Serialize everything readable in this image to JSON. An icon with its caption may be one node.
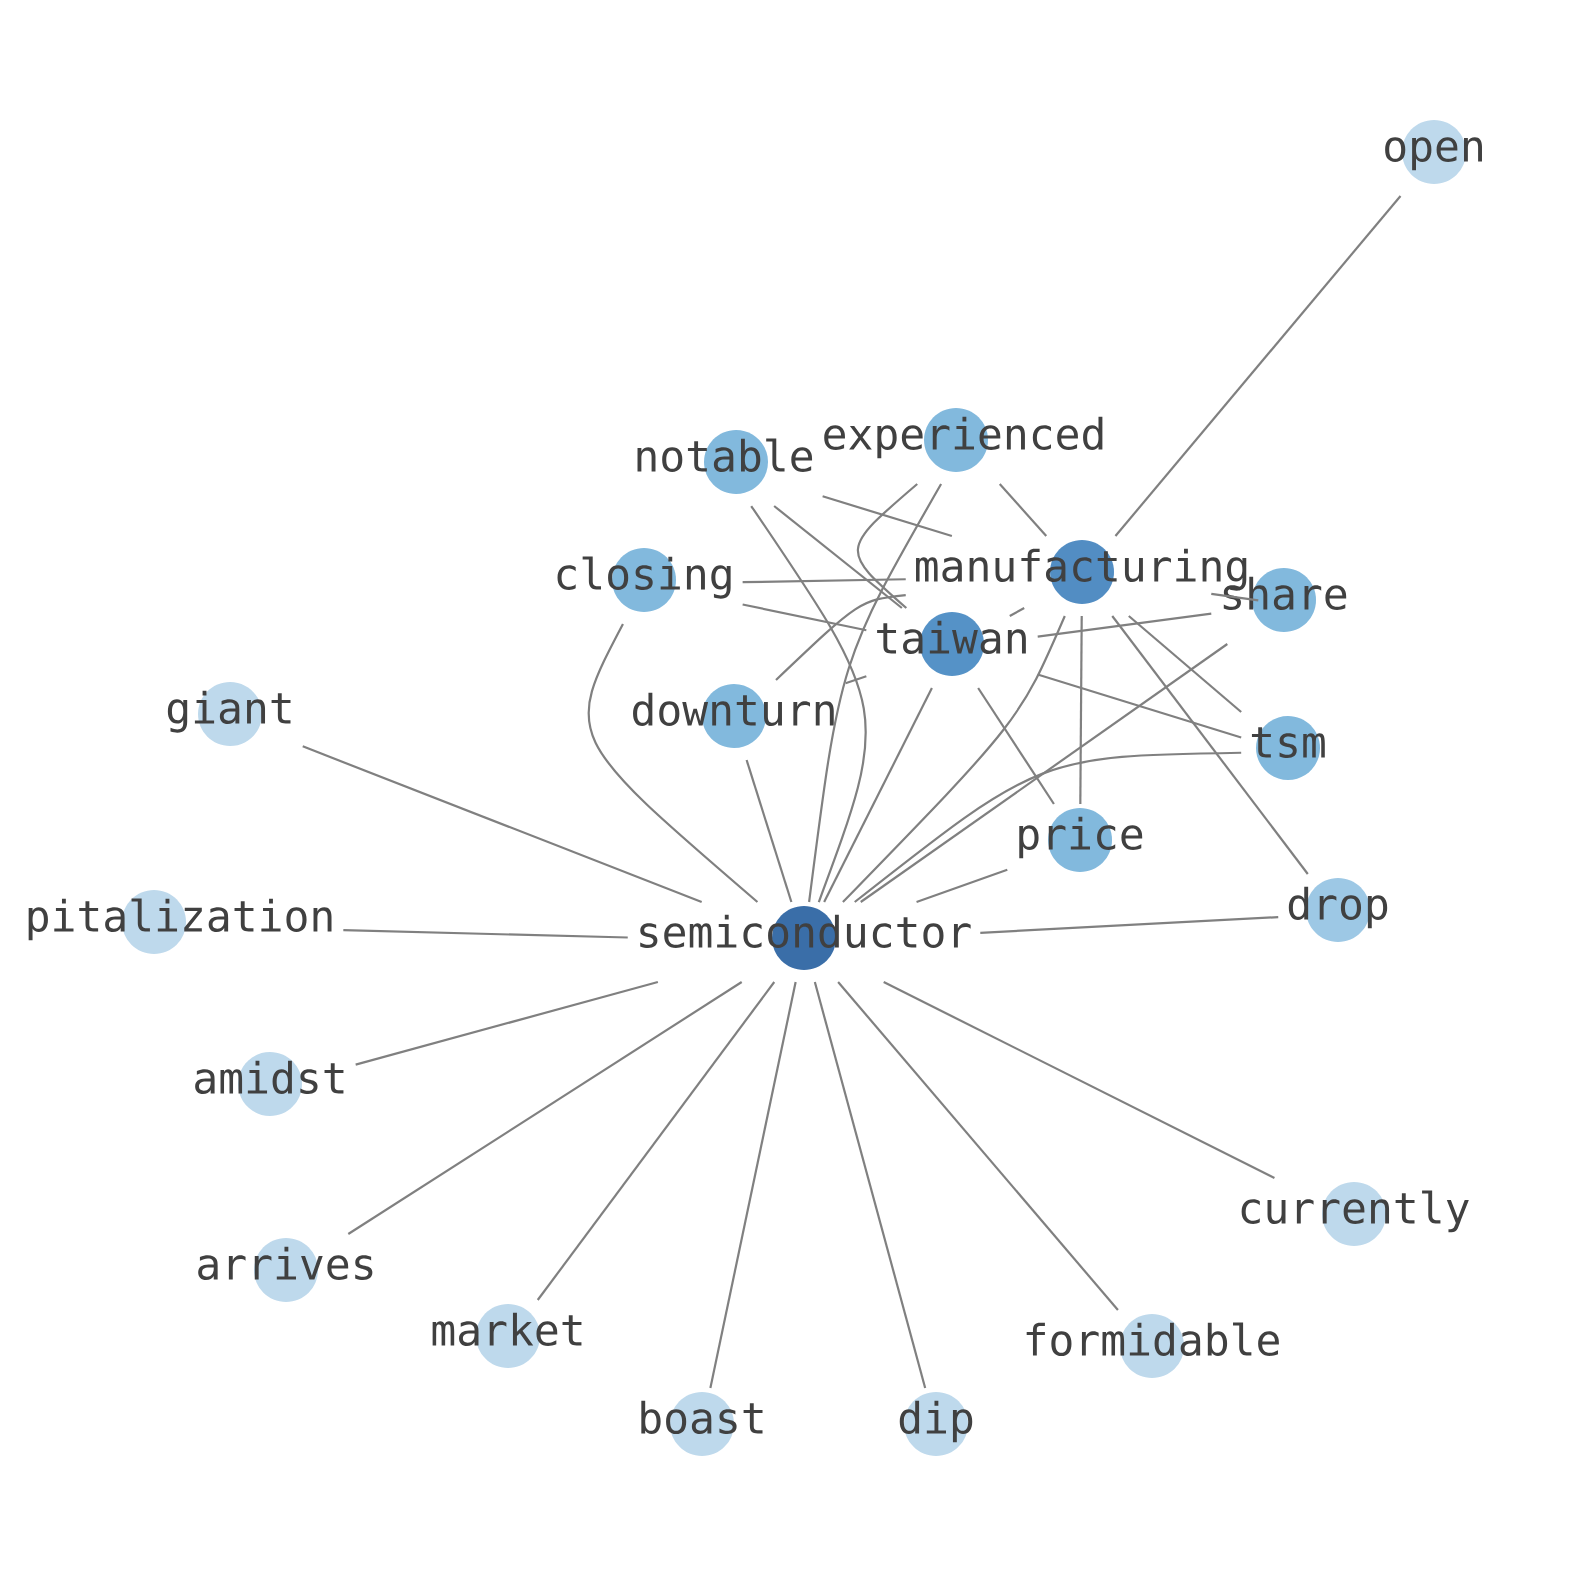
{
  "diagram": {
    "nodes": [
      {
        "text": [
          "open"
        ]
      },
      {
        "text": [
          "experienced"
        ]
      },
      {
        "text": [
          "notable"
        ]
      },
      {
        "text": [
          "manufacturing"
        ]
      },
      {
        "text": [
          "closing"
        ]
      },
      {
        "text": [
          "share"
        ]
      },
      {
        "text": [
          "taiwan"
        ]
      },
      {
        "text": [
          "giant"
        ]
      },
      {
        "text": [
          "downturn"
        ]
      },
      {
        "text": [
          "tsm"
        ]
      },
      {
        "text": [
          "price"
        ]
      },
      {
        "text": [
          "drop"
        ]
      },
      {
        "text": [
          "pitalization"
        ]
      },
      {
        "text": [
          "semiconductor"
        ]
      },
      {
        "text": [
          "amidst"
        ]
      },
      {
        "text": [
          "currently"
        ]
      },
      {
        "text": [
          "arrives"
        ]
      },
      {
        "text": [
          "market"
        ]
      },
      {
        "text": [
          "formidable"
        ]
      },
      {
        "text": [
          "boast"
        ]
      },
      {
        "text": [
          "dip"
        ]
      }
    ],
    "edges": [
      {
        "from": 13,
        "to": 7,
        "arrow": "none"
      },
      {
        "from": 13,
        "to": 12,
        "arrow": "none"
      },
      {
        "from": 13,
        "to": 14,
        "arrow": "none"
      },
      {
        "from": 13,
        "to": 16,
        "arrow": "none"
      },
      {
        "from": 13,
        "to": 17,
        "arrow": "none"
      },
      {
        "from": 13,
        "to": 19,
        "arrow": "none"
      },
      {
        "from": 13,
        "to": 20,
        "arrow": "none"
      },
      {
        "from": 13,
        "to": 18,
        "arrow": "none"
      },
      {
        "from": 13,
        "to": 15,
        "arrow": "none"
      },
      {
        "from": 13,
        "to": 11,
        "arrow": "none"
      },
      {
        "from": 13,
        "to": 10,
        "arrow": "none"
      },
      {
        "from": 13,
        "to": 9,
        "arrow": "none"
      },
      {
        "from": 13,
        "to": 5,
        "arrow": "none"
      },
      {
        "from": 13,
        "to": 3,
        "arrow": "none"
      },
      {
        "from": 13,
        "to": 6,
        "arrow": "none"
      },
      {
        "from": 13,
        "to": 1,
        "arrow": "none"
      },
      {
        "from": 13,
        "to": 2,
        "arrow": "none"
      },
      {
        "from": 13,
        "to": 4,
        "arrow": "none"
      },
      {
        "from": 13,
        "to": 8,
        "arrow": "none"
      },
      {
        "from": 3,
        "to": 0,
        "arrow": "none"
      },
      {
        "from": 3,
        "to": 1,
        "arrow": "none"
      },
      {
        "from": 3,
        "to": 2,
        "arrow": "none"
      },
      {
        "from": 3,
        "to": 4,
        "arrow": "none"
      },
      {
        "from": 3,
        "to": 5,
        "arrow": "none"
      },
      {
        "from": 3,
        "to": 6,
        "arrow": "none"
      },
      {
        "from": 3,
        "to": 8,
        "arrow": "none"
      },
      {
        "from": 3,
        "to": 9,
        "arrow": "none"
      },
      {
        "from": 3,
        "to": 10,
        "arrow": "none"
      },
      {
        "from": 3,
        "to": 11,
        "arrow": "none"
      },
      {
        "from": 6,
        "to": 1,
        "arrow": "none"
      },
      {
        "from": 6,
        "to": 2,
        "arrow": "none"
      },
      {
        "from": 6,
        "to": 4,
        "arrow": "none"
      },
      {
        "from": 6,
        "to": 5,
        "arrow": "none"
      },
      {
        "from": 6,
        "to": 8,
        "arrow": "none"
      },
      {
        "from": 6,
        "to": 9,
        "arrow": "none"
      },
      {
        "from": 6,
        "to": 10,
        "arrow": "none"
      }
    ]
  }
}
